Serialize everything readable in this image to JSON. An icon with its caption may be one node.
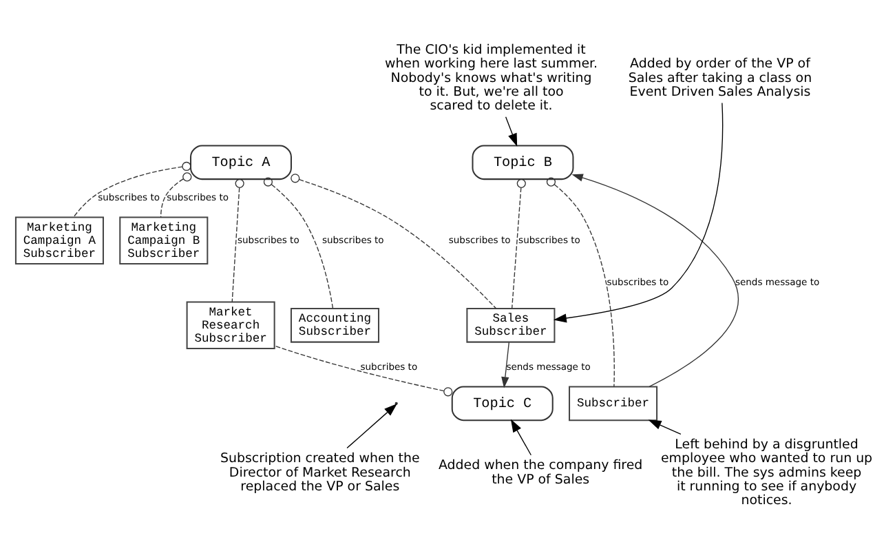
{
  "diagram": {
    "nodes": [
      {
        "text": [
          "Topic A"
        ]
      },
      {
        "text": [
          "Topic B"
        ]
      },
      {
        "text": [
          "Marketing Campaign A Subscriber"
        ]
      },
      {
        "text": [
          "Marketing Campaign B Subscriber"
        ]
      },
      {
        "text": [
          "Market Research Subscriber"
        ]
      },
      {
        "text": [
          "Accounting Subscriber"
        ]
      },
      {
        "text": [
          "Sales Subscriber"
        ]
      },
      {
        "text": [
          "Subscriber"
        ]
      },
      {
        "text": [
          "Topic C"
        ]
      },
      {
        "text": [
          "Added by order of the VP of Sales after taking a class on Event Driven Sales Analysis"
        ]
      },
      {
        "text": [
          "The CIO's kid implemented it when working here last summer. Nobody's knows what's writing to it. But, we're all too scared to delete it."
        ]
      },
      {
        "text": [
          "Subscription created when the Director of Market Research replaced the VP or Sales"
        ]
      },
      {
        "text": [
          "Added when the company fired the VP of Sales"
        ]
      },
      {
        "text": [
          "Left behind by a disgruntled employee who wanted to run up the bill. The sys admins keep it running to see if anybody notices."
        ]
      }
    ],
    "edges": [
      {
        "from": 0,
        "to": 2,
        "arrow": "other",
        "label": "subscribes to",
        "style": "dashed"
      },
      {
        "from": 0,
        "to": 3,
        "arrow": "other",
        "label": "subscribes to",
        "style": "dashed"
      },
      {
        "from": 0,
        "to": 4,
        "arrow": "other",
        "label": "subscribes to",
        "style": "dashed"
      },
      {
        "from": 0,
        "to": 5,
        "arrow": "other",
        "label": "subscribes to",
        "style": "dashed"
      },
      {
        "from": 0,
        "to": 6,
        "arrow": "other",
        "label": "subscribes to",
        "style": "dashed"
      },
      {
        "from": 1,
        "to": 6,
        "arrow": "other",
        "label": "subscribes to",
        "style": "dashed"
      },
      {
        "from": 1,
        "to": 7,
        "arrow": "other",
        "label": "subscribes to",
        "style": "dashed"
      },
      {
        "from": 7,
        "to": 1,
        "arrow": "to",
        "label": "sends message to"
      },
      {
        "from": 6,
        "to": 8,
        "arrow": "to",
        "label": "sends message to"
      },
      {
        "from": 8,
        "to": 4,
        "arrow": "other",
        "label": "subcribes to",
        "style": "dashed"
      },
      {
        "from": 9,
        "to": 6,
        "arrow": "to"
      },
      {
        "from": 10,
        "to": 1,
        "arrow": "to"
      },
      {
        "from": 11,
        "to": null,
        "arrow": "to"
      },
      {
        "from": 12,
        "to": 8,
        "arrow": "to"
      },
      {
        "from": 13,
        "to": 7,
        "arrow": "to"
      }
    ]
  }
}
